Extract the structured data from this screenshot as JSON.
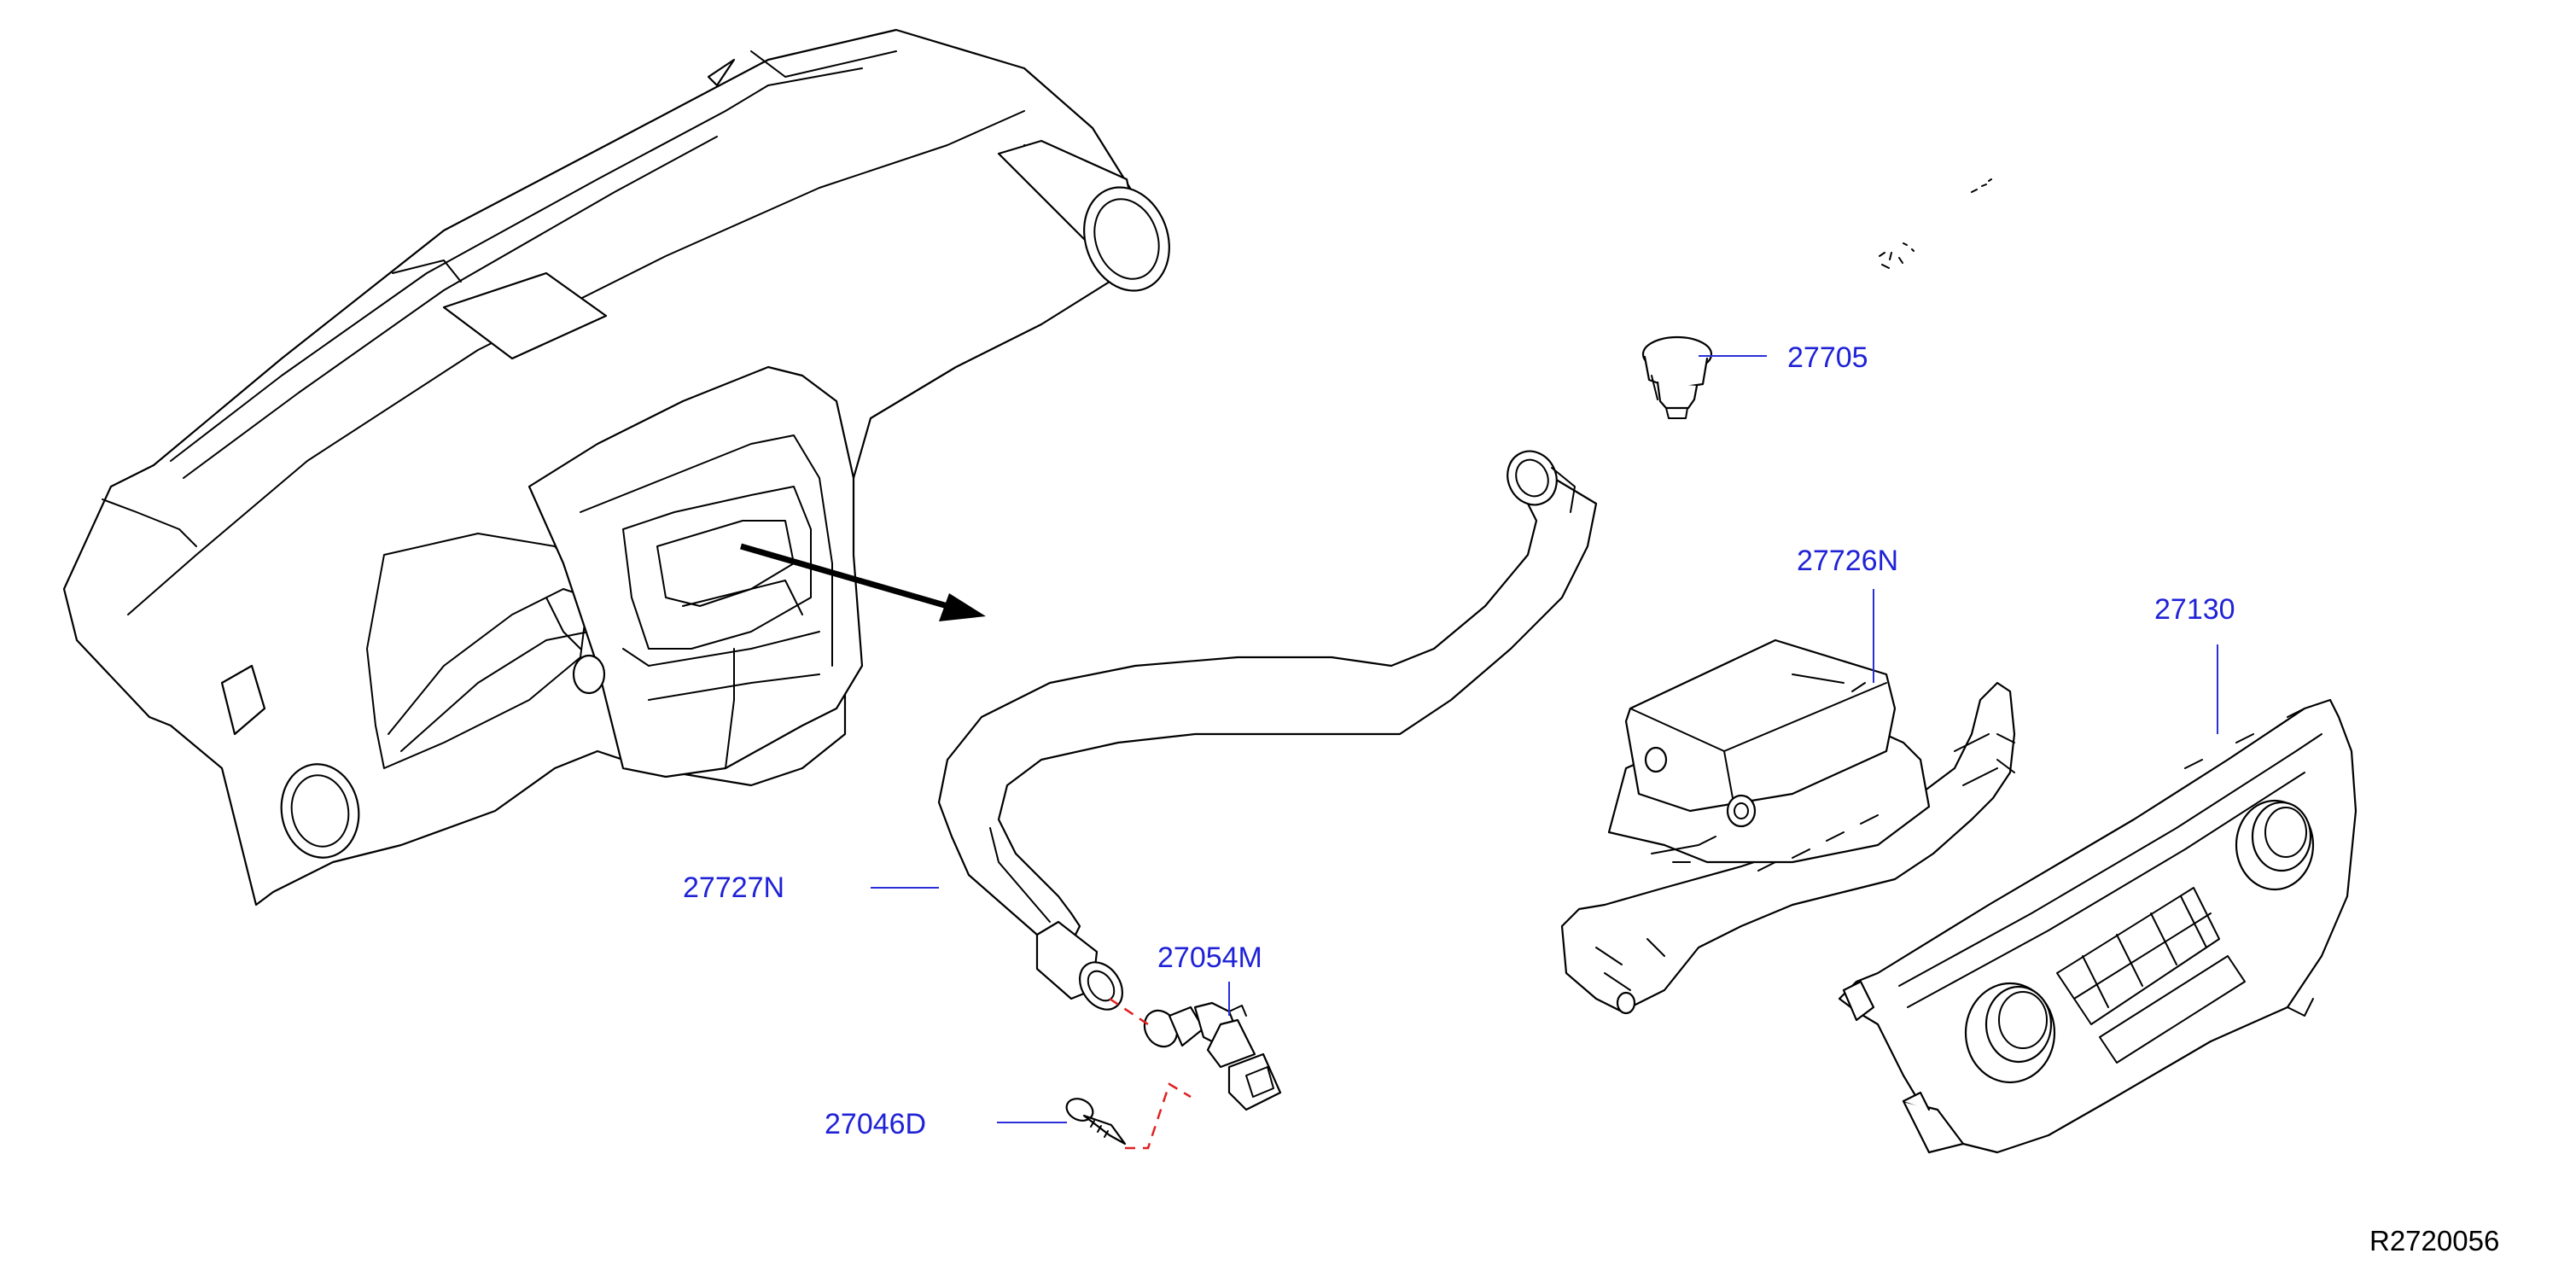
{
  "colors": {
    "label": "#1f22d6",
    "leader": "#2a2fd8",
    "dashed": "#e02020",
    "line": "#000000"
  },
  "parts": {
    "p27705": "27705",
    "p27726N": "27726N",
    "p27130": "27130",
    "p27727N": "27727N",
    "p27054M": "27054M",
    "p27046D": "27046D"
  },
  "diagram_code": "R2720056"
}
